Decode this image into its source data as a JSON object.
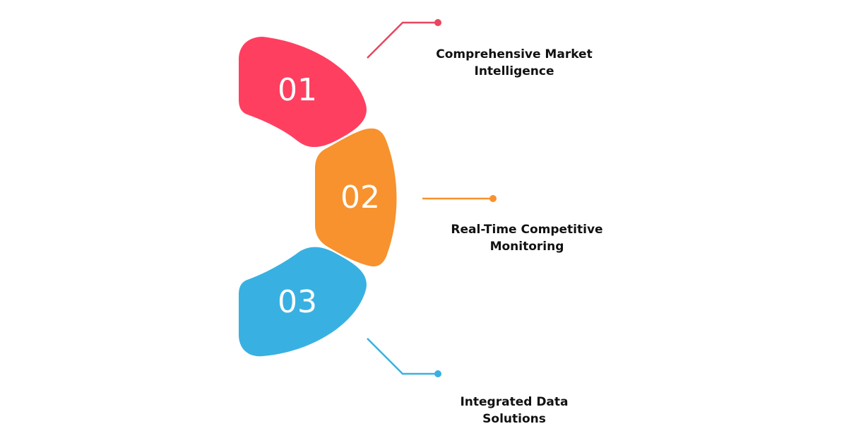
{
  "items": [
    {
      "number": "01",
      "label": "Comprehensive Market Intelligence",
      "color": "#FF3F60"
    },
    {
      "number": "02",
      "label": "Real-Time Competitive Monitoring",
      "color": "#F7922E"
    },
    {
      "number": "03",
      "label": "Integrated Data Solutions",
      "color": "#38B1E2"
    }
  ]
}
